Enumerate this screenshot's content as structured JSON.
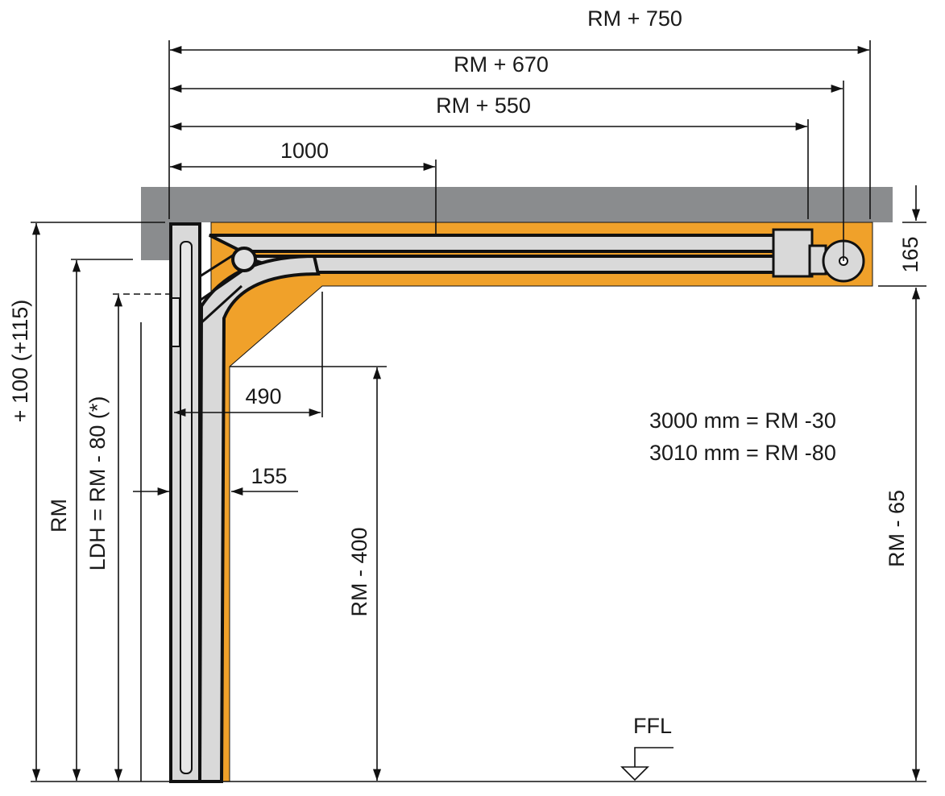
{
  "dimensions": {
    "top": [
      "RM + 750",
      "RM + 670",
      "RM + 550",
      "1000"
    ],
    "left_outer": "+ 100 (+115)",
    "left_rm": "RM",
    "left_ldh": "LDH = RM - 80 (*)",
    "d490": "490",
    "d155": "155",
    "rm400": "RM - 400",
    "rm65": "RM - 65",
    "d165": "165"
  },
  "notes": [
    "3000 mm = RM -30",
    "3010 mm = RM -80"
  ],
  "floor_label": "FFL",
  "colors": {
    "ceiling": "#8a8c8e",
    "clearance": "#f0a12a",
    "track": "#d9d9d9"
  }
}
